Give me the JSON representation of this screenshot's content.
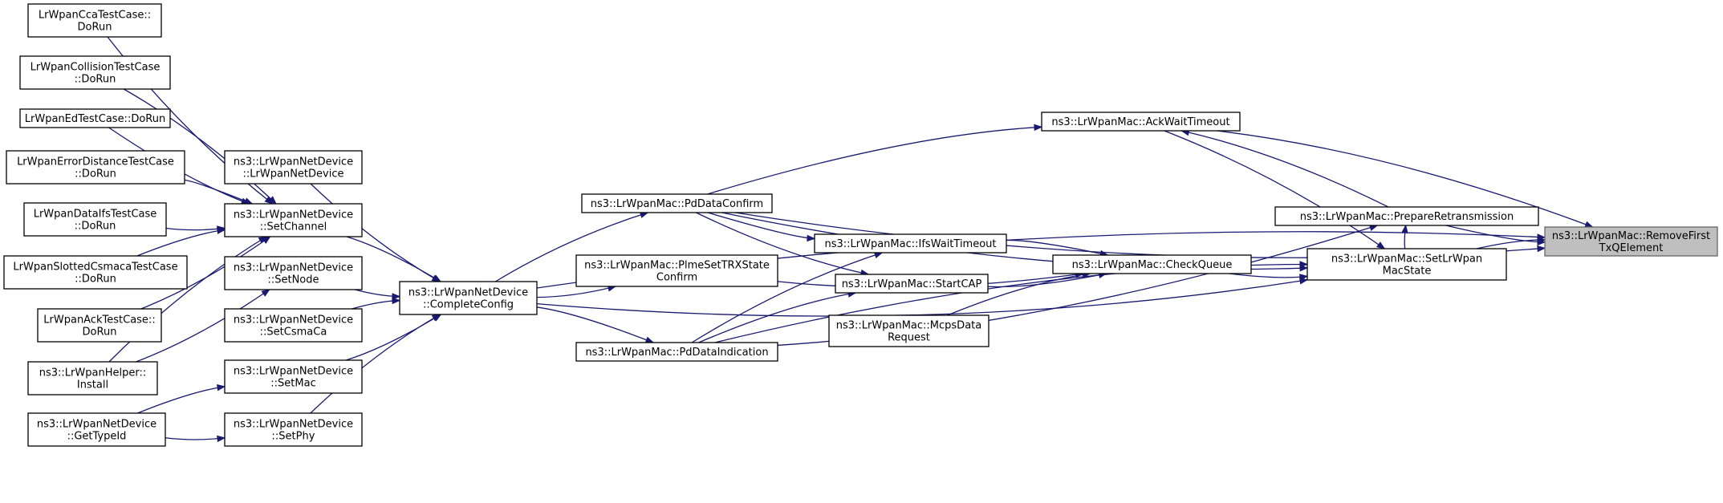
{
  "graph": {
    "title": "",
    "nodes": [
      {
        "id": "root",
        "lines": [
          "ns3::LrWpanMac::RemoveFirst",
          "TxQElement"
        ],
        "highlighted": true
      },
      {
        "id": "ackwait",
        "lines": [
          "ns3::LrWpanMac::AckWaitTimeout"
        ]
      },
      {
        "id": "prepretx",
        "lines": [
          "ns3::LrWpanMac::PrepareRetransmission"
        ]
      },
      {
        "id": "setstate",
        "lines": [
          "ns3::LrWpanMac::SetLrWpan",
          "MacState"
        ]
      },
      {
        "id": "checkq",
        "lines": [
          "ns3::LrWpanMac::CheckQueue"
        ]
      },
      {
        "id": "ifswait",
        "lines": [
          "ns3::LrWpanMac::IfsWaitTimeout"
        ]
      },
      {
        "id": "startcap",
        "lines": [
          "ns3::LrWpanMac::StartCAP"
        ]
      },
      {
        "id": "mcpsreq",
        "lines": [
          "ns3::LrWpanMac::McpsData",
          "Request"
        ]
      },
      {
        "id": "pddataconf",
        "lines": [
          "ns3::LrWpanMac::PdDataConfirm"
        ]
      },
      {
        "id": "plmeset",
        "lines": [
          "ns3::LrWpanMac::PlmeSetTRXState",
          "Confirm"
        ]
      },
      {
        "id": "pddataind",
        "lines": [
          "ns3::LrWpanMac::PdDataIndication"
        ]
      },
      {
        "id": "completecfg",
        "lines": [
          "ns3::LrWpanNetDevice",
          "::CompleteConfig"
        ]
      },
      {
        "id": "ndctor",
        "lines": [
          "ns3::LrWpanNetDevice",
          "::LrWpanNetDevice"
        ]
      },
      {
        "id": "setchannel",
        "lines": [
          "ns3::LrWpanNetDevice",
          "::SetChannel"
        ]
      },
      {
        "id": "setnode",
        "lines": [
          "ns3::LrWpanNetDevice",
          "::SetNode"
        ]
      },
      {
        "id": "setcsmaca",
        "lines": [
          "ns3::LrWpanNetDevice",
          "::SetCsmaCa"
        ]
      },
      {
        "id": "setmac",
        "lines": [
          "ns3::LrWpanNetDevice",
          "::SetMac"
        ]
      },
      {
        "id": "setphy",
        "lines": [
          "ns3::LrWpanNetDevice",
          "::SetPhy"
        ]
      },
      {
        "id": "cca",
        "lines": [
          "LrWpanCcaTestCase::",
          "DoRun"
        ]
      },
      {
        "id": "collision",
        "lines": [
          "LrWpanCollisionTestCase",
          "::DoRun"
        ]
      },
      {
        "id": "ed",
        "lines": [
          "LrWpanEdTestCase::DoRun"
        ]
      },
      {
        "id": "errdist",
        "lines": [
          "LrWpanErrorDistanceTestCase",
          "::DoRun"
        ]
      },
      {
        "id": "dataifs",
        "lines": [
          "LrWpanDataIfsTestCase",
          "::DoRun"
        ]
      },
      {
        "id": "slotted",
        "lines": [
          "LrWpanSlottedCsmacaTestCase",
          "::DoRun"
        ]
      },
      {
        "id": "ack",
        "lines": [
          "LrWpanAckTestCase::",
          "DoRun"
        ]
      },
      {
        "id": "helper",
        "lines": [
          "ns3::LrWpanHelper::",
          "Install"
        ]
      },
      {
        "id": "gettypeid",
        "lines": [
          "ns3::LrWpanNetDevice",
          "::GetTypeId"
        ]
      }
    ],
    "edges": [
      {
        "from": "ackwait",
        "to": "root"
      },
      {
        "from": "prepretx",
        "to": "root"
      },
      {
        "from": "setstate",
        "to": "root"
      },
      {
        "from": "pddataconf",
        "to": "root"
      },
      {
        "from": "completecfg",
        "to": "root"
      },
      {
        "from": "prepretx",
        "to": "ackwait"
      },
      {
        "from": "setstate",
        "to": "prepretx"
      },
      {
        "from": "checkq",
        "to": "setstate"
      },
      {
        "from": "ackwait",
        "to": "setstate"
      },
      {
        "from": "pddataconf",
        "to": "setstate"
      },
      {
        "from": "pddataind",
        "to": "setstate"
      },
      {
        "from": "completecfg",
        "to": "setstate"
      },
      {
        "from": "ifswait",
        "to": "checkq"
      },
      {
        "from": "startcap",
        "to": "checkq"
      },
      {
        "from": "mcpsreq",
        "to": "checkq"
      },
      {
        "from": "plmeset",
        "to": "checkq"
      },
      {
        "from": "pddataconf",
        "to": "ackwait"
      },
      {
        "from": "pddataconf",
        "to": "ifswait"
      },
      {
        "from": "pddataind",
        "to": "ifswait"
      },
      {
        "from": "pddataconf",
        "to": "startcap"
      },
      {
        "from": "pddataind",
        "to": "startcap"
      },
      {
        "from": "pddataind",
        "to": "prepretx"
      },
      {
        "from": "completecfg",
        "to": "pddataconf"
      },
      {
        "from": "completecfg",
        "to": "plmeset"
      },
      {
        "from": "completecfg",
        "to": "pddataind"
      },
      {
        "from": "ndctor",
        "to": "completecfg"
      },
      {
        "from": "setchannel",
        "to": "completecfg"
      },
      {
        "from": "setnode",
        "to": "completecfg"
      },
      {
        "from": "setcsmaca",
        "to": "completecfg"
      },
      {
        "from": "setmac",
        "to": "completecfg"
      },
      {
        "from": "setphy",
        "to": "completecfg"
      },
      {
        "from": "cca",
        "to": "setchannel"
      },
      {
        "from": "collision",
        "to": "setchannel"
      },
      {
        "from": "ed",
        "to": "setchannel"
      },
      {
        "from": "errdist",
        "to": "setchannel"
      },
      {
        "from": "dataifs",
        "to": "setchannel"
      },
      {
        "from": "slotted",
        "to": "setchannel"
      },
      {
        "from": "ack",
        "to": "setchannel"
      },
      {
        "from": "helper",
        "to": "setchannel"
      },
      {
        "from": "helper",
        "to": "setnode"
      },
      {
        "from": "gettypeid",
        "to": "setmac"
      },
      {
        "from": "gettypeid",
        "to": "setphy"
      }
    ]
  }
}
